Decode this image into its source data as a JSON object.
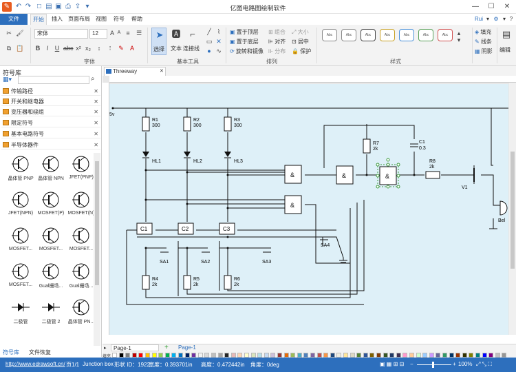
{
  "app": {
    "title": "亿图电路图绘制软件"
  },
  "quick_access": [
    "logo-icon",
    "undo-icon",
    "redo-icon",
    "new-file-icon",
    "open-file-icon",
    "save-icon",
    "print-icon",
    "export-icon",
    "more-icon"
  ],
  "window_controls": [
    "minimize-icon",
    "maximize-icon",
    "close-icon"
  ],
  "menu": {
    "file": "文件",
    "tabs": [
      "开始",
      "插入",
      "页面布局",
      "视图",
      "符号",
      "帮助"
    ],
    "user": "Rui"
  },
  "ribbon": {
    "font": {
      "name": "宋体",
      "size": "12",
      "group_label": "字体"
    },
    "tools": {
      "select": "选择",
      "text": "文本",
      "connector": "连接线",
      "group_label": "基本工具"
    },
    "arrange": {
      "bring_front": "置于顶层",
      "send_back": "置于底层",
      "rotate": "旋转和镜像",
      "group": "组合",
      "align": "对齐",
      "distribute": "分布",
      "size": "大小",
      "center": "居中",
      "protect": "保护",
      "group_label": "排列"
    },
    "styles": {
      "swatch_text": "Abc",
      "group_label": "样式"
    },
    "format": {
      "fill": "填充",
      "line": "线条",
      "shadow": "阴影",
      "edit": "编辑"
    }
  },
  "sidebar": {
    "title": "符号库",
    "categories": [
      "传输路径",
      "开关和继电器",
      "变压器和绕组",
      "限定符号",
      "基本电路符号",
      "半导体器件"
    ],
    "symbols": [
      "晶体管 PNP",
      "晶体管 NPN",
      "JFET(PNP)",
      "JFET(NPN)",
      "MOSFET(P)",
      "MOSFET(N)",
      "MOSFET...",
      "MOSFET...",
      "MOSFET...",
      "MOSFET...",
      "Gual栅场...",
      "Gual栅场...",
      "二极管",
      "二极管 2",
      "晶体管 PN..."
    ],
    "bottom_tabs": [
      "符号库",
      "文件恢复"
    ]
  },
  "document": {
    "tab": "Threeway Responder"
  },
  "circuit": {
    "supply": "5v",
    "resistors": [
      {
        "name": "R1",
        "value": "300"
      },
      {
        "name": "R2",
        "value": "300"
      },
      {
        "name": "R3",
        "value": "300"
      },
      {
        "name": "R7",
        "value": "2k"
      },
      {
        "name": "R8",
        "value": "2k"
      },
      {
        "name": "R4",
        "value": "2k"
      },
      {
        "name": "R5",
        "value": "2k"
      },
      {
        "name": "R6",
        "value": "2k"
      }
    ],
    "leds": [
      "HL1",
      "HL2",
      "HL3"
    ],
    "capacitor": {
      "name": "C1",
      "value": "0.3"
    },
    "chips": [
      "C1",
      "C2",
      "C3"
    ],
    "switches": [
      "SA1",
      "SA2",
      "SA3",
      "SA4"
    ],
    "gate_symbol": "&",
    "transistor": "V1",
    "bell": "Bel"
  },
  "pages": {
    "tab_label": "Page-1",
    "current": "Page-1"
  },
  "fill_label": "填充",
  "palette": [
    "#ffffff",
    "#000000",
    "#7f7f7f",
    "#c00000",
    "#ff0000",
    "#ffc000",
    "#ffff00",
    "#92d050",
    "#00b050",
    "#00b0f0",
    "#0070c0",
    "#002060",
    "#7030a0",
    "#f2f2f2",
    "#d8d8d8",
    "#bfbfbf",
    "#a5a5a5",
    "#262626",
    "#e6b8b7",
    "#fcd5b4",
    "#ffffcc",
    "#d8e4bc",
    "#b7dee8",
    "#c5d9f1",
    "#ccc0da",
    "#953735",
    "#e26b0a",
    "#9bbb59",
    "#4bacc6",
    "#4f81bd",
    "#8064a2",
    "#c0504d",
    "#f79646",
    "#1f497d",
    "#eeece1",
    "#ffe699",
    "#ddd9c4",
    "#548235",
    "#2f5597",
    "#7f6000",
    "#833c0b",
    "#375623",
    "#1f3864",
    "#3f3151",
    "#ff99cc",
    "#ffcc99",
    "#ccffcc",
    "#99ccff",
    "#cc99ff",
    "#666699",
    "#339966",
    "#003366",
    "#993300",
    "#333300",
    "#808000",
    "#008080",
    "#0000ff",
    "#800080",
    "#c0c0c0",
    "#969696"
  ],
  "status": {
    "url": "http://www.edrawsoft.cn/",
    "page": "页1/1",
    "object": "Junction box",
    "shape_id": "形状 ID：1922",
    "width": "宽度：0.393701in",
    "height": "高度：0.472442in",
    "angle": "角度：0deg",
    "zoom": "100%"
  }
}
